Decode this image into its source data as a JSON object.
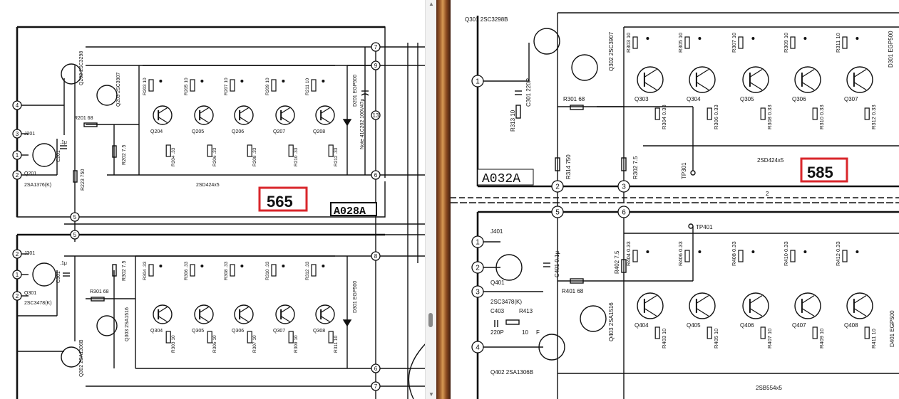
{
  "left": {
    "board_label": "A028A",
    "page_badge": "565",
    "badge_color": "#d9262b",
    "terminals_upper": [
      "4",
      "3",
      "1",
      "2",
      "5",
      "7",
      "9",
      "6",
      "13"
    ],
    "terminals_lower": [
      "5",
      "2",
      "1",
      "2",
      "8",
      "6",
      "7"
    ],
    "upper": {
      "jfet": "J201",
      "jfet_q": "Q201",
      "jfet_part": "2SA1376(K)",
      "cap": "C201",
      "cap_val": ".1μ",
      "q202": "Q202 2SC3298",
      "q203": "Q203 2SC3907",
      "r201": "R201 68",
      "r202": "R202 7.5",
      "r223": "R223 750",
      "transistors": [
        "Q204",
        "Q205",
        "Q206",
        "Q207",
        "Q208"
      ],
      "base_resistors": [
        "R203 10",
        "R205 10",
        "R207 10",
        "R209 10",
        "R211 10"
      ],
      "emitter_resistors": [
        "R204 .33",
        "R206 .33",
        "R208 .33",
        "R210 .33",
        "R212 .33"
      ],
      "array_label": "2SD424x5",
      "diode": "D201 EGP500",
      "note_cap": "Note 41C202 100V47μ"
    },
    "lower": {
      "jfet": "J301",
      "jfet_q": "Q301",
      "jfet_part": "2SC3478(K)",
      "cap": "C301",
      "cap_val": ".1μ",
      "r301": "R301 68",
      "r302": "R302 7.5",
      "q302": "Q302 2SA1306B",
      "q303": "Q303 2SA1516",
      "transistors": [
        "Q304",
        "Q305",
        "Q306",
        "Q307",
        "Q308"
      ],
      "top_resistors": [
        "R304 .33",
        "R306 .33",
        "R308 .33",
        "R310 .33",
        "R312 .33"
      ],
      "bottom_resistors": [
        "R303 10",
        "R305 10",
        "R307 10",
        "R309 10",
        "R311 10"
      ],
      "diode": "D301 EGP500"
    }
  },
  "right": {
    "board_label": "A032A",
    "page_badge": "585",
    "badge_color": "#d9262b",
    "upper": {
      "q301": "Q301 2SC3298B",
      "q302": "Q302 2SC3907",
      "c301": "C301 220P",
      "r313": "R313 10",
      "r301": "R301 68",
      "r314": "R314 750",
      "r302": "R302 7.5",
      "tp": "TP301",
      "transistors": [
        "Q303",
        "Q304",
        "Q305",
        "Q306",
        "Q307"
      ],
      "base_resistors": [
        "R303 10",
        "R305 10",
        "R307 10",
        "R309 10",
        "R311 10"
      ],
      "emitter_resistors": [
        "R304 0.33",
        "R306 0.33",
        "R308 0.33",
        "R310 0.33",
        "R312 0.33"
      ],
      "diode": "D301 EGP500",
      "array_label": "2SD424x5"
    },
    "lower": {
      "jfet": "J401",
      "jfet_q": "Q401",
      "jfet_part": "2SC3478(K)",
      "c401": "C401 0.1μ",
      "c403": "C403",
      "c403_val": "220P",
      "r413": "R413",
      "r413_val": "10",
      "r401": "R401 68",
      "r402": "R402 7.5",
      "tp": "TP401",
      "q402": "Q402 2SA1306B",
      "q403": "Q403 2SA1516",
      "transistors": [
        "Q404",
        "Q405",
        "Q406",
        "Q407",
        "Q408"
      ],
      "top_resistors": [
        "R404 0.33",
        "R406 0.33",
        "R408 0.33",
        "R410 0.33",
        "R412 0.33"
      ],
      "bottom_resistors": [
        "R403 10",
        "R405 10",
        "R407 10",
        "R409 10",
        "R411 10"
      ],
      "diode": "D401 EGP500",
      "array_label": "2SB554x5"
    },
    "terminals": [
      "1",
      "2",
      "3",
      "5",
      "6",
      "1",
      "2",
      "3",
      "4"
    ],
    "bus_label": "2",
    "f_label": "F"
  }
}
